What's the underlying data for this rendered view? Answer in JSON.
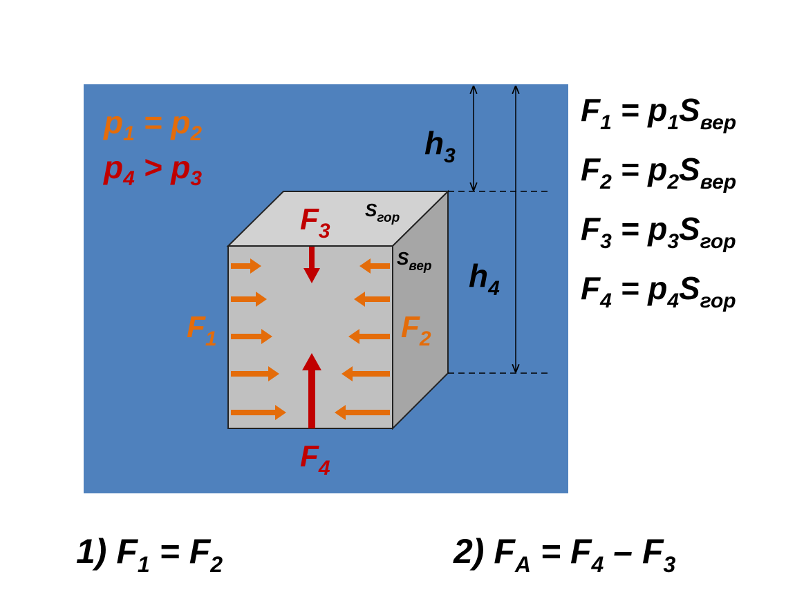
{
  "colors": {
    "water": "#4f81bd",
    "cube_front": "#c0c0c0",
    "cube_top": "#d2d2d2",
    "cube_side": "#a6a6a6",
    "orange": "#e46c0a",
    "red": "#c00000",
    "text": "#000000"
  },
  "conditions": {
    "p12": {
      "a": "p",
      "a_sub": "1",
      "op": " = ",
      "b": "p",
      "b_sub": "2"
    },
    "p43": {
      "a": "p",
      "a_sub": "4",
      "op": " > ",
      "b": "p",
      "b_sub": "3"
    }
  },
  "labels": {
    "h3": {
      "main": "h",
      "sub": "3"
    },
    "h4": {
      "main": "h",
      "sub": "4"
    },
    "s_gor": {
      "main": "S",
      "sub": "гор"
    },
    "s_ver": {
      "main": "S",
      "sub": "вер"
    },
    "F1": {
      "main": "F",
      "sub": "1"
    },
    "F2": {
      "main": "F",
      "sub": "2"
    },
    "F3": {
      "main": "F",
      "sub": "3"
    },
    "F4": {
      "main": "F",
      "sub": "4"
    }
  },
  "formulas": [
    {
      "f": "F",
      "f_sub": "1",
      "eq": " = ",
      "p": "p",
      "p_sub": "1",
      "s": "S",
      "s_sub": "вер"
    },
    {
      "f": "F",
      "f_sub": "2",
      "eq": " = ",
      "p": "p",
      "p_sub": "2",
      "s": "S",
      "s_sub": "вер"
    },
    {
      "f": "F",
      "f_sub": "3",
      "eq": " = ",
      "p": "p",
      "p_sub": "3",
      "s": "S",
      "s_sub": "гор"
    },
    {
      "f": "F",
      "f_sub": "4",
      "eq": " = ",
      "p": "p",
      "p_sub": "4",
      "s": "S",
      "s_sub": "гор"
    }
  ],
  "conclusions": {
    "c1": {
      "num": "1) ",
      "a": "F",
      "a_sub": "1",
      "op": " = ",
      "b": "F",
      "b_sub": "2"
    },
    "c2": {
      "num": "2) ",
      "a": "F",
      "a_sub": "A",
      "op": " = ",
      "b": "F",
      "b_sub": "4",
      "op2": " – ",
      "c": "F",
      "c_sub": "3"
    }
  }
}
